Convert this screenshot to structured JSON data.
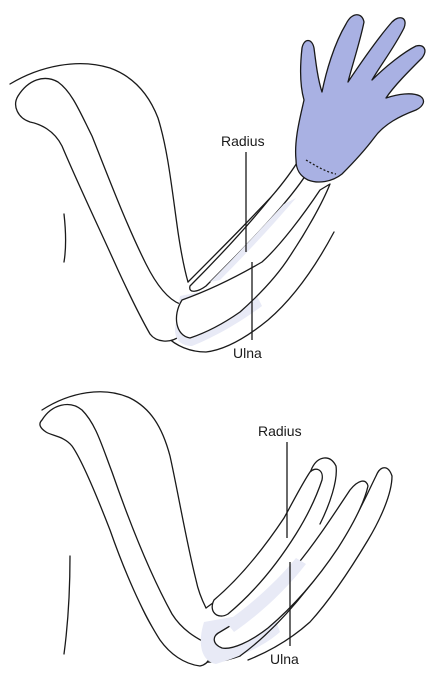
{
  "top_panel": {
    "radius_label": "Radius",
    "ulna_label": "Ulna"
  },
  "bottom_panel": {
    "radius_label": "Radius",
    "ulna_label": "Ulna"
  },
  "colors": {
    "cast_fill": "#a9b1e3",
    "bone_shade": "#e8eaf6",
    "outline": "#1a1a1a"
  }
}
